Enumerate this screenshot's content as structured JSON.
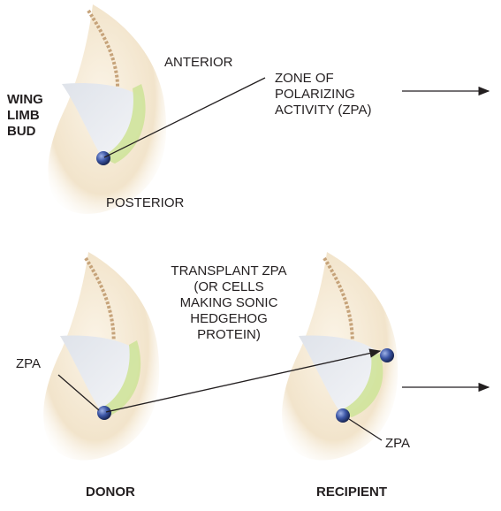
{
  "labels": {
    "wing_limb_bud": "WING\nLIMB\nBUD",
    "anterior": "ANTERIOR",
    "zpa_long": "ZONE OF\nPOLARIZING\nACTIVITY (ZPA)",
    "posterior": "POSTERIOR",
    "transplant": "TRANSPLANT ZPA\n(OR CELLS\nMAKING SONIC\nHEDGEHOG\nPROTEIN)",
    "zpa_donor": "ZPA",
    "zpa_recipient": "ZPA",
    "donor": "DONOR",
    "recipient": "RECIPIENT"
  },
  "colors": {
    "skin": "#f3e6cf",
    "skin_shadow": "#e3d2b4",
    "ridge": "#c9a77f",
    "mesenchyme": "#e9ecf1",
    "green_band": "#cfe39a",
    "zpa_blue": "#2c3f7f",
    "line": "#231f20"
  }
}
